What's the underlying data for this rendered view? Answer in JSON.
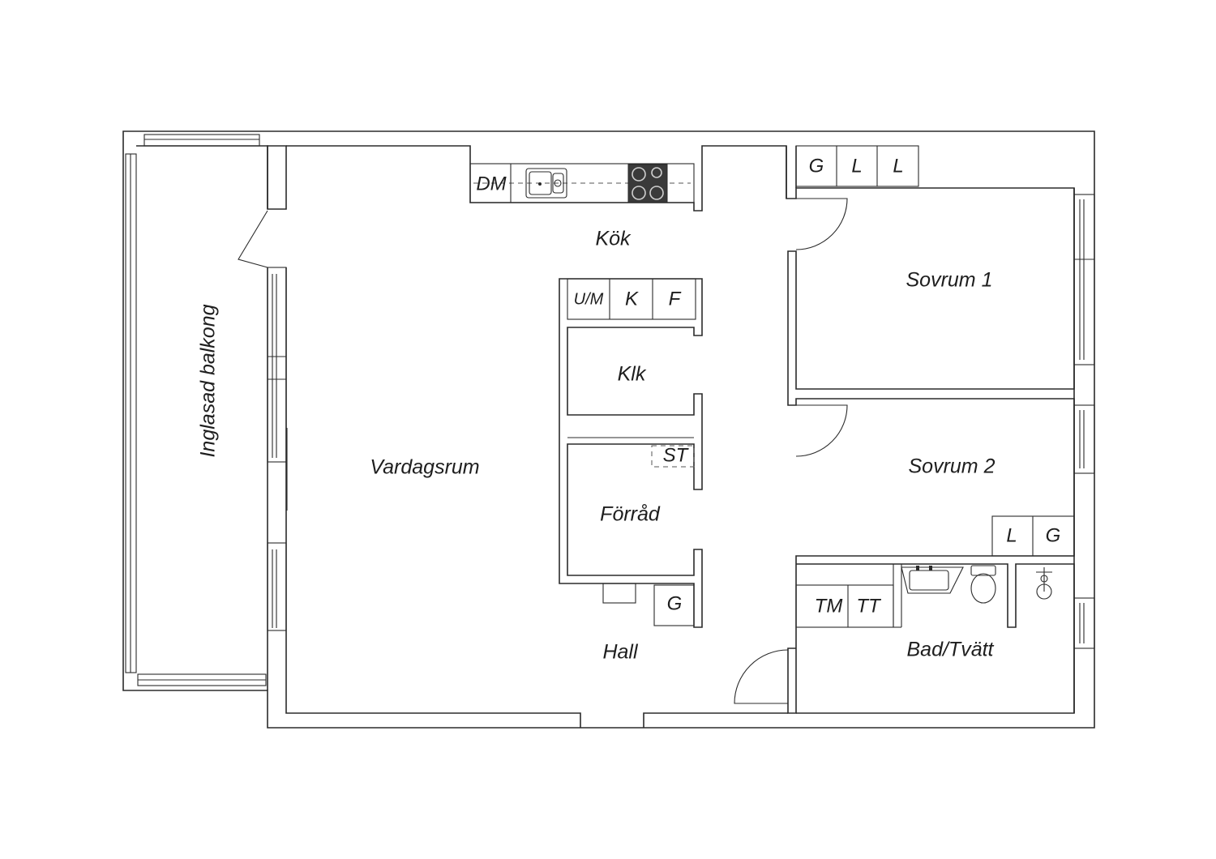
{
  "rooms": {
    "balcony": "Inglasad balkong",
    "living": "Vardagsrum",
    "kitchen": "Kök",
    "closet": "Klk",
    "storage": "Förråd",
    "hall": "Hall",
    "bedroom1": "Sovrum 1",
    "bedroom2": "Sovrum 2",
    "bath": "Bad/Tvätt"
  },
  "fixtures": {
    "dishwasher": "DM",
    "fridge_freezer": "U/M",
    "fridge": "K",
    "freezer": "F",
    "cleaning_cabinet": "ST",
    "hall_wardrobe": "G",
    "bed1_wardrobes": [
      "G",
      "L",
      "L"
    ],
    "bed2_wardrobes": [
      "L",
      "G"
    ],
    "washer": "TM",
    "dryer": "TT"
  },
  "colors": {
    "wall": "#2b2b2b",
    "stove": "#3a3a3a"
  }
}
